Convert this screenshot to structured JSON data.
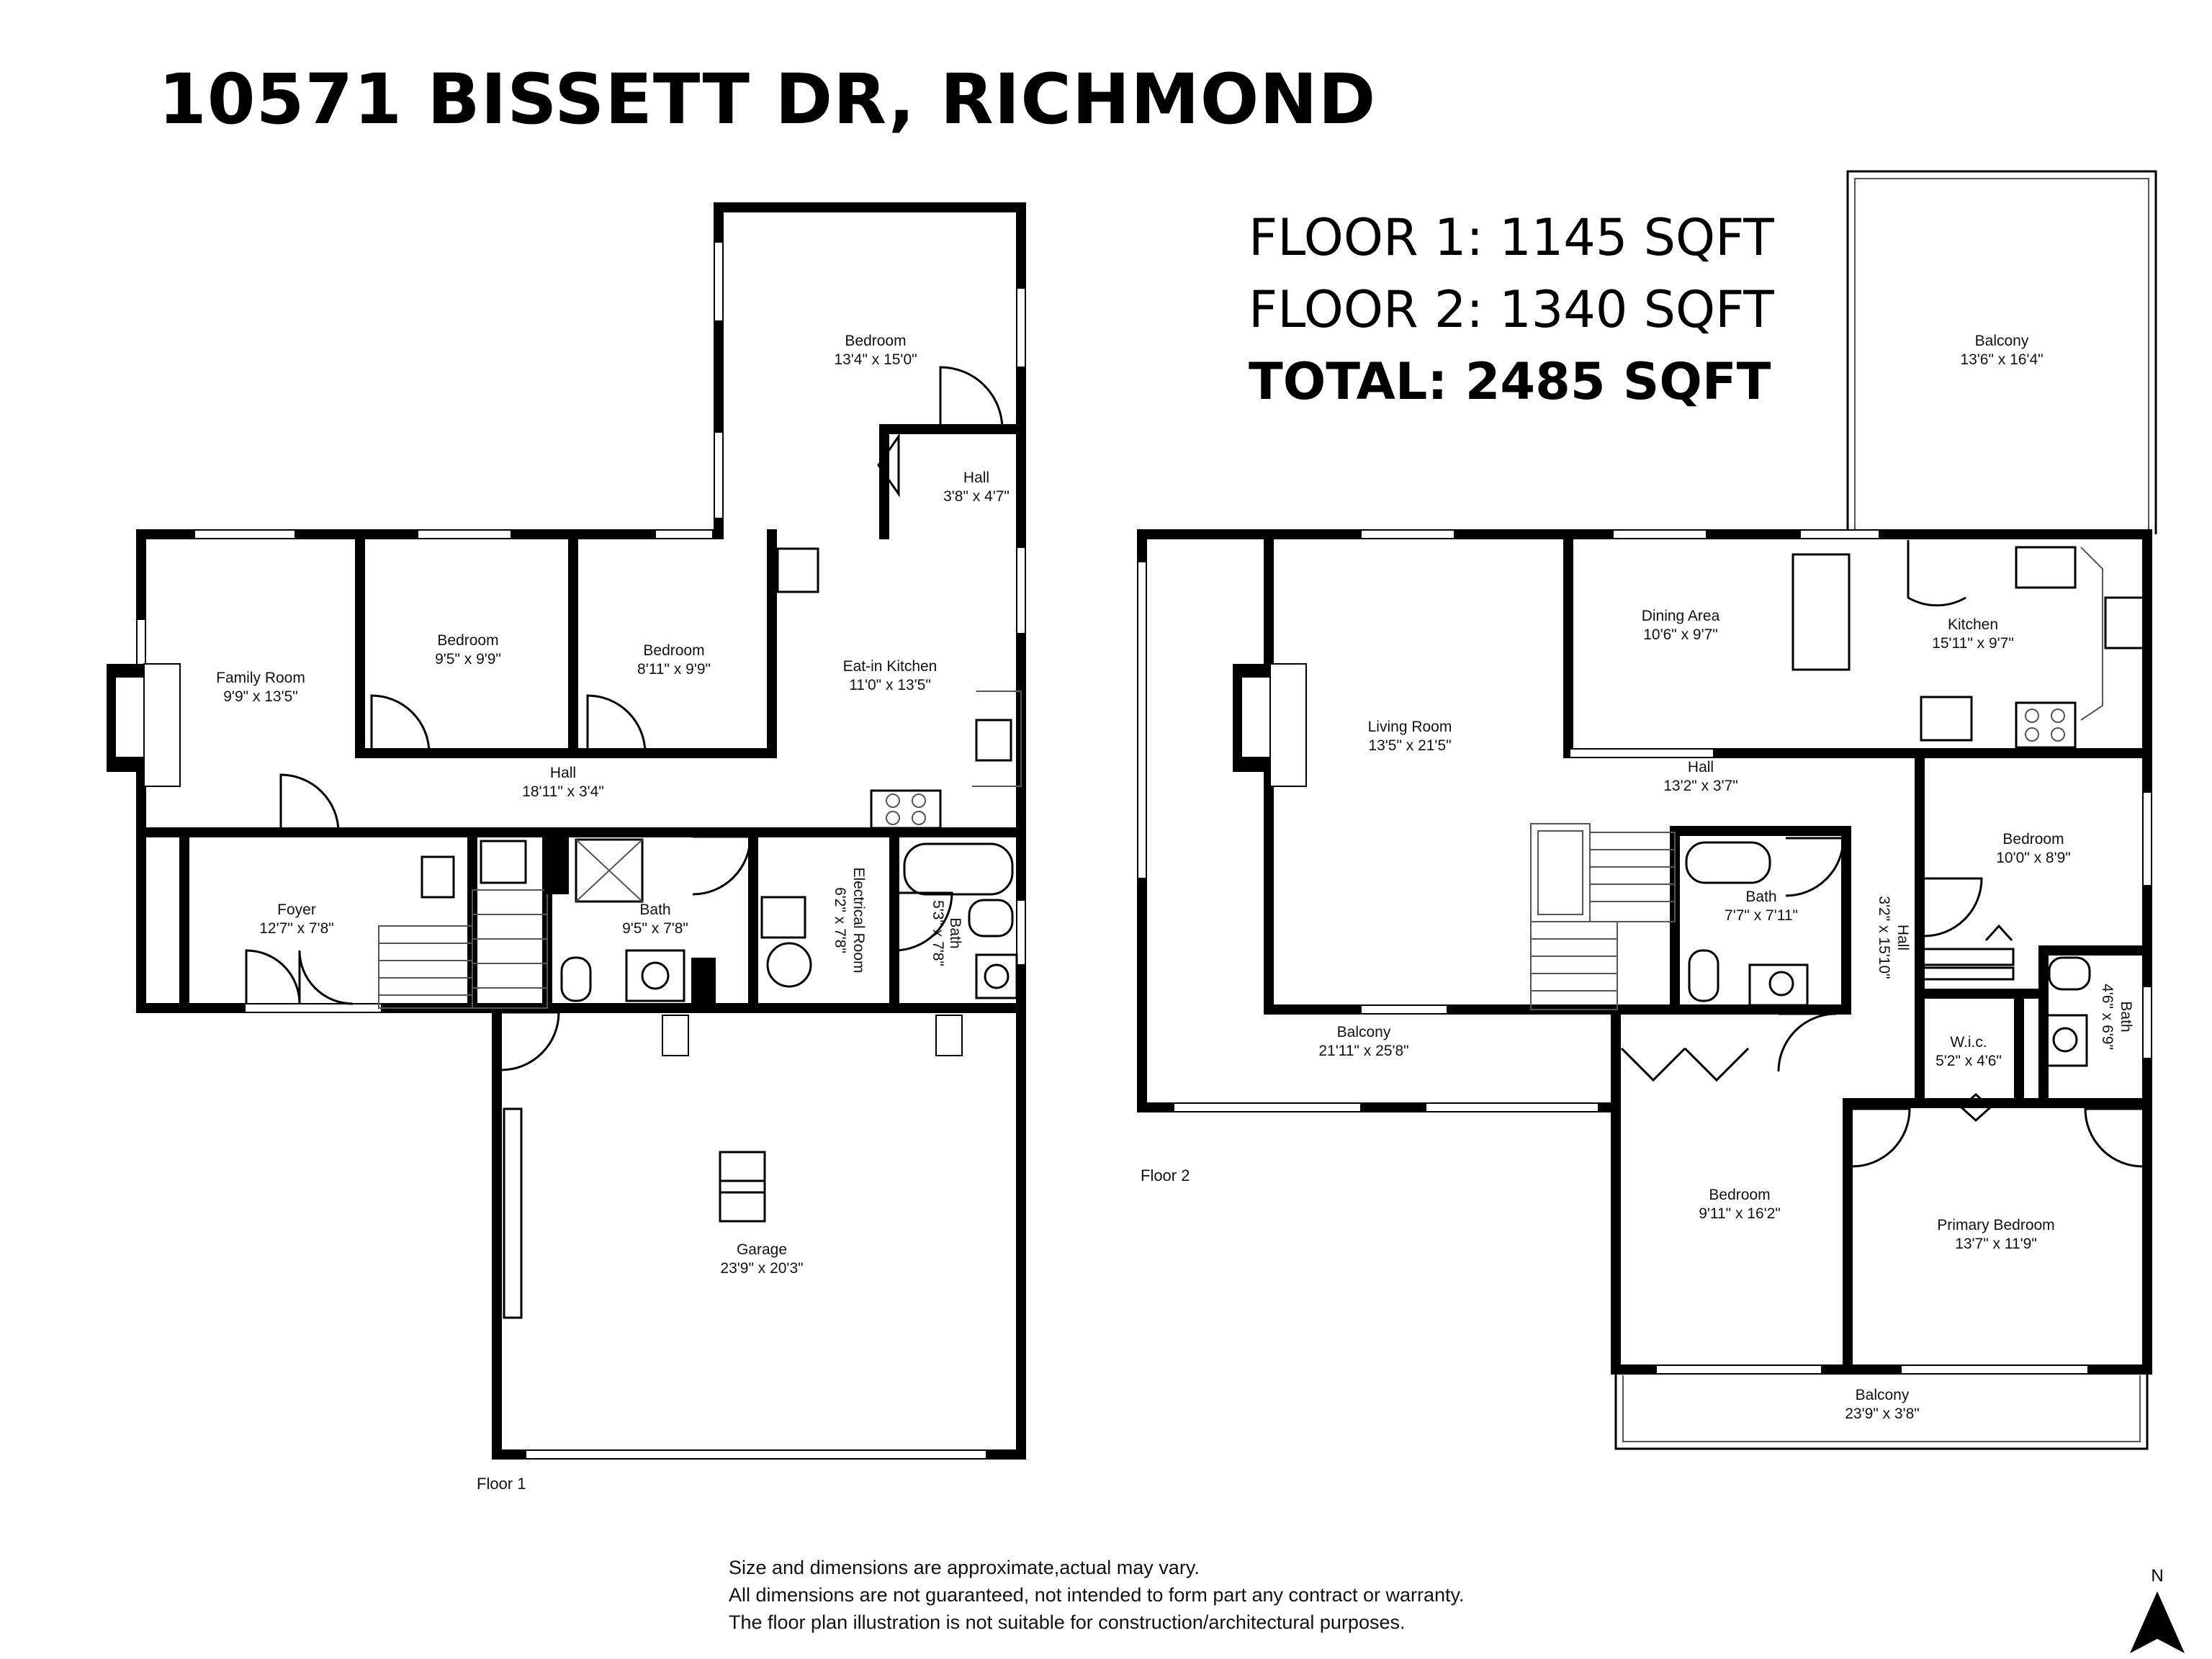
{
  "title": "10571 BISSETT DR, RICHMOND",
  "area_summary": {
    "floor1": "FLOOR 1: 1145 SQFT",
    "floor2": "FLOOR 2: 1340 SQFT",
    "total": "TOTAL: 2485 SQFT"
  },
  "floor1": {
    "label": "Floor 1",
    "rooms": {
      "bedroom_top": {
        "name": "Bedroom",
        "dims": "13'4\" x 15'0\""
      },
      "hall_small": {
        "name": "Hall",
        "dims": "3'8\" x 4'7\""
      },
      "family_room": {
        "name": "Family Room",
        "dims": "9'9\" x 13'5\""
      },
      "bedroom_a": {
        "name": "Bedroom",
        "dims": "9'5\" x 9'9\""
      },
      "bedroom_b": {
        "name": "Bedroom",
        "dims": "8'11\" x 9'9\""
      },
      "eat_in_kitchen": {
        "name": "Eat-in Kitchen",
        "dims": "11'0\" x 13'5\""
      },
      "hall": {
        "name": "Hall",
        "dims": "18'11\" x 3'4\""
      },
      "foyer": {
        "name": "Foyer",
        "dims": "12'7\" x 7'8\""
      },
      "bath": {
        "name": "Bath",
        "dims": "9'5\" x 7'8\""
      },
      "electrical_room": {
        "name": "Electrical Room",
        "dims": "6'2\" x 7'8\""
      },
      "bath_small": {
        "name": "Bath",
        "dims": "5'3\" x 7'8\""
      },
      "garage": {
        "name": "Garage",
        "dims": "23'9\" x 20'3\""
      }
    }
  },
  "floor2": {
    "label": "Floor 2",
    "rooms": {
      "balcony_top": {
        "name": "Balcony",
        "dims": "13'6\" x 16'4\""
      },
      "living_room": {
        "name": "Living Room",
        "dims": "13'5\" x 21'5\""
      },
      "dining_area": {
        "name": "Dining Area",
        "dims": "10'6\" x 9'7\""
      },
      "kitchen": {
        "name": "Kitchen",
        "dims": "15'11\" x 9'7\""
      },
      "hall": {
        "name": "Hall",
        "dims": "13'2\" x 3'7\""
      },
      "bath": {
        "name": "Bath",
        "dims": "7'7\" x 7'11\""
      },
      "hall_vertical": {
        "name": "Hall",
        "dims": "3'2\" x 15'10\""
      },
      "bedroom_right": {
        "name": "Bedroom",
        "dims": "10'0\" x 8'9\""
      },
      "bath_small": {
        "name": "Bath",
        "dims": "4'6\" x 6'9\""
      },
      "wic": {
        "name": "W.i.c.",
        "dims": "5'2\" x 4'6\""
      },
      "balcony_left": {
        "name": "Balcony",
        "dims": "21'11\" x 25'8\""
      },
      "bedroom_bottom": {
        "name": "Bedroom",
        "dims": "9'11\" x 16'2\""
      },
      "primary_bedroom": {
        "name": "Primary Bedroom",
        "dims": "13'7\" x 11'9\""
      },
      "balcony_bottom": {
        "name": "Balcony",
        "dims": "23'9\" x 3'8\""
      }
    }
  },
  "disclaimer": [
    "Size and dimensions are approximate,actual may vary.",
    "All dimensions are not guaranteed, not intended to form part any contract or warranty.",
    "The floor plan illustration is not suitable for construction/architectural purposes."
  ],
  "north_label": "N"
}
